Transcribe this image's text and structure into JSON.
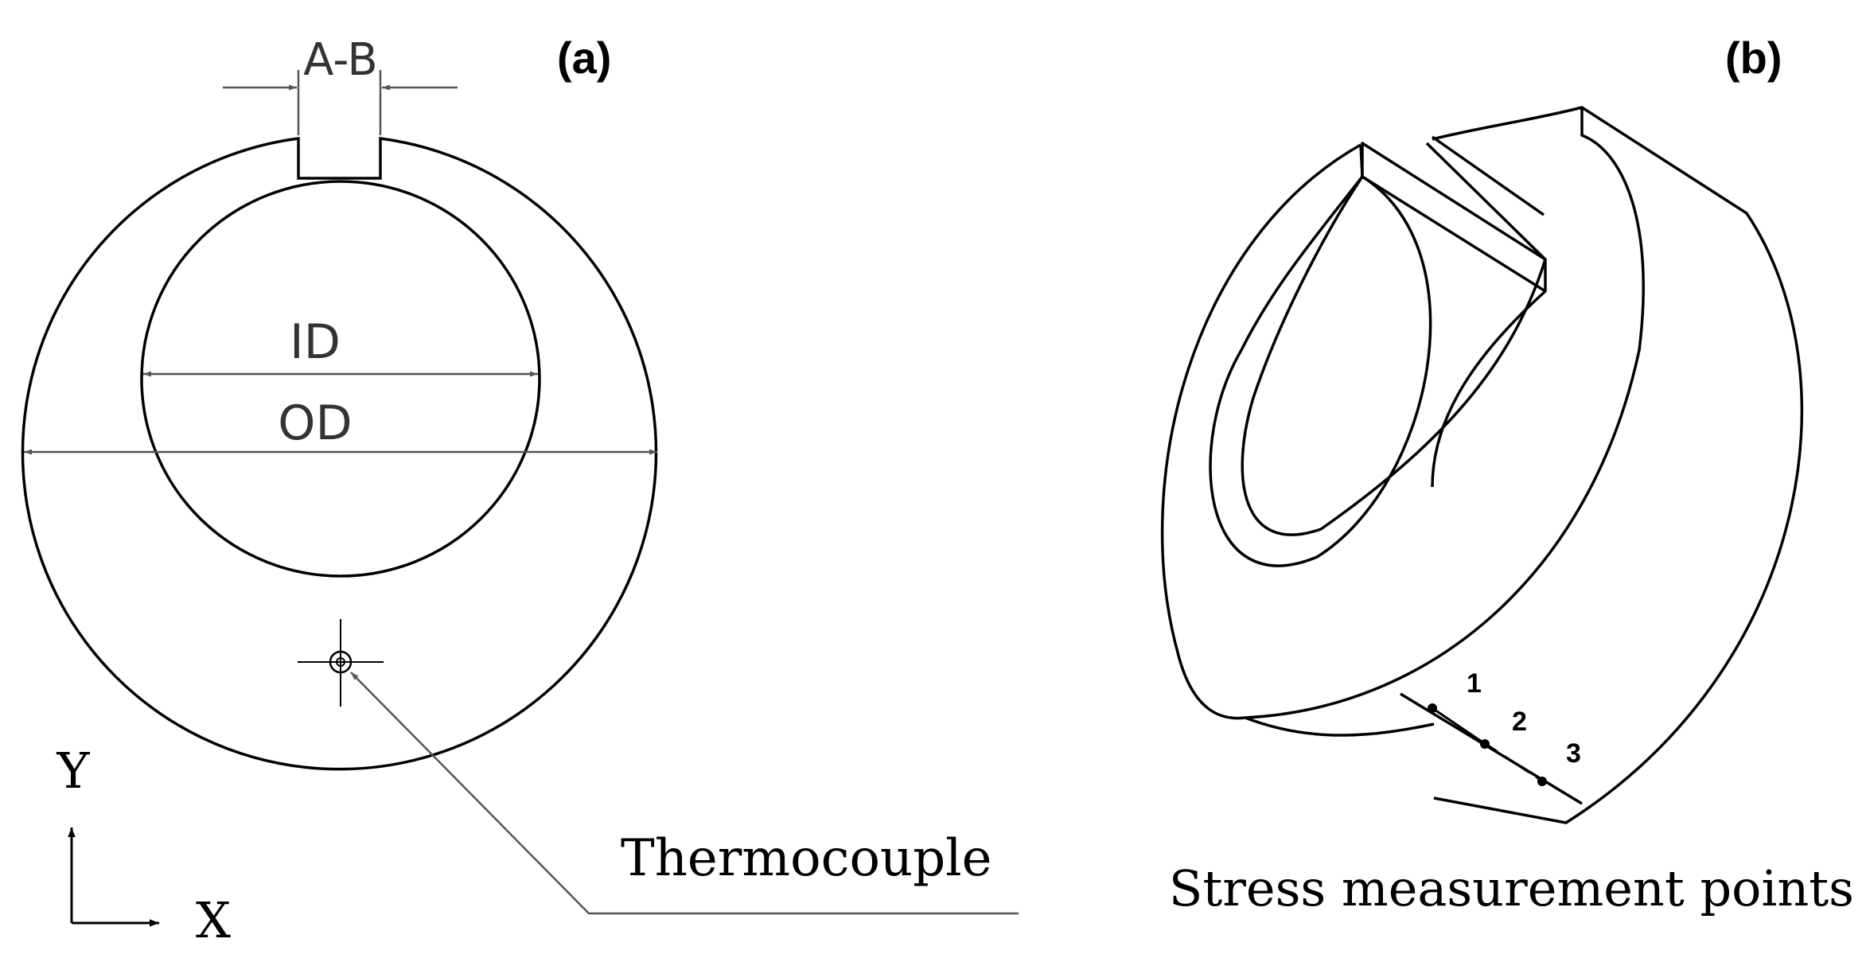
{
  "panel_a": {
    "label": "(a)",
    "dim_gap": "A-B",
    "dim_inner": "ID",
    "dim_outer": "OD",
    "axis_y": "Y",
    "axis_x": "X",
    "thermocouple_label": "Thermocouple"
  },
  "panel_b": {
    "label": "(b)",
    "points": [
      "1",
      "2",
      "3"
    ],
    "caption": "Stress measurement points"
  },
  "colors": {
    "line": "#000000",
    "leader": "#555555",
    "background": "#ffffff"
  }
}
